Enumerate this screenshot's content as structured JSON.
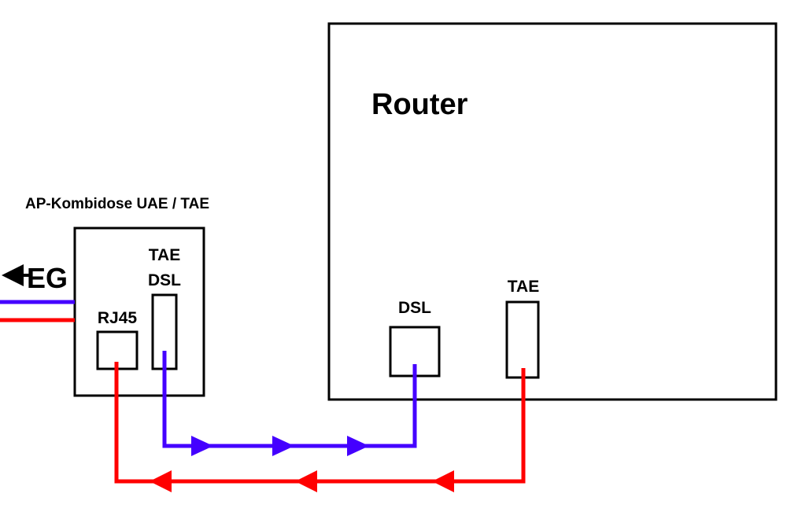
{
  "diagram": {
    "box_label": "AP-Kombidose UAE / TAE",
    "eg_label": "EG",
    "socket_tae_dsl_line1": "TAE",
    "socket_tae_dsl_line2": "DSL",
    "socket_rj45": "RJ45",
    "router_title": "Router",
    "router_port_dsl": "DSL",
    "router_port_tae": "TAE"
  },
  "colors": {
    "dsl_line": "#4400ff",
    "tae_line": "#ff0000",
    "outline": "#000000",
    "background": "#ffffff"
  }
}
